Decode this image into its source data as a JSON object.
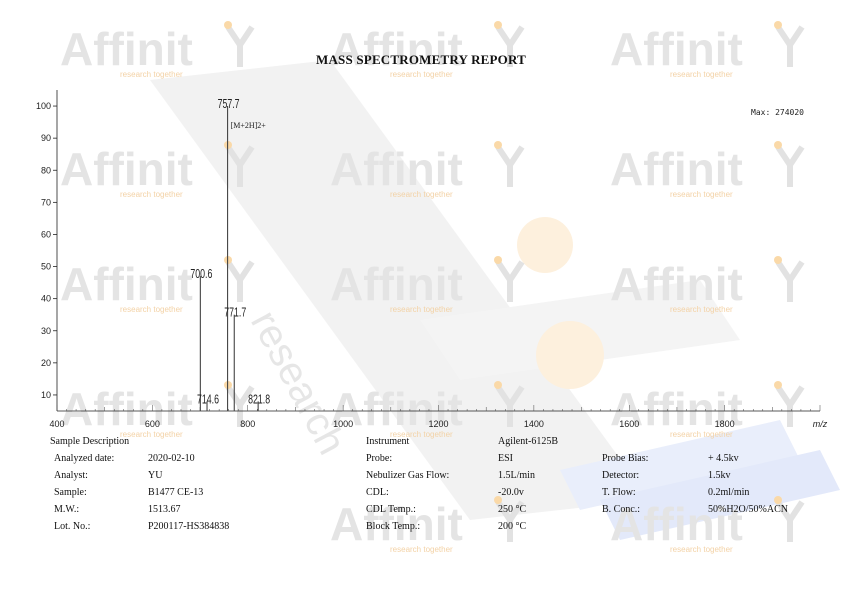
{
  "watermark": {
    "brand": "Affinit",
    "tagline": "research together",
    "diagonal": "research"
  },
  "report": {
    "title": "MASS SPECTROMETRY REPORT"
  },
  "chart_data": {
    "type": "bar",
    "title": "MASS SPECTROMETRY REPORT",
    "xlabel": "m/z",
    "ylabel": "",
    "xlim": [
      400,
      2000
    ],
    "ylim": [
      5,
      105
    ],
    "xticks": [
      400,
      600,
      800,
      1000,
      1200,
      1400,
      1600,
      1800
    ],
    "yticks": [
      10,
      20,
      30,
      40,
      50,
      60,
      70,
      80,
      90,
      100
    ],
    "max_label": "Max: 274020",
    "peaks": [
      {
        "mz": 757.7,
        "intensity": 100,
        "label": "757.7",
        "annotation": "[M+2H]2+"
      },
      {
        "mz": 700.6,
        "intensity": 47,
        "label": "700.6",
        "annotation": ""
      },
      {
        "mz": 771.7,
        "intensity": 35,
        "label": "771.7",
        "annotation": ""
      },
      {
        "mz": 714.6,
        "intensity": 8,
        "label": "714.6",
        "annotation": ""
      },
      {
        "mz": 821.8,
        "intensity": 8,
        "label": "821.8",
        "annotation": ""
      }
    ]
  },
  "info": {
    "sample_description": "Sample Description",
    "left": [
      {
        "key": "Analyzed date:",
        "value": "2020-02-10"
      },
      {
        "key": "Analyst:",
        "value": "YU"
      },
      {
        "key": "Sample:",
        "value": "B1477 CE-13"
      },
      {
        "key": "M.W.:",
        "value": "1513.67"
      },
      {
        "key": "Lot. No.:",
        "value": "P200117-HS384838"
      }
    ],
    "middle": [
      {
        "key": "Instrument",
        "value": "Agilent-6125B"
      },
      {
        "key": "Probe:",
        "value": "ESI"
      },
      {
        "key": "Nebulizer Gas Flow:",
        "value": "1.5L/min"
      },
      {
        "key": "CDL:",
        "value": "-20.0v"
      },
      {
        "key": "CDL Temp.:",
        "value": "250 °C"
      },
      {
        "key": "Block Temp.:",
        "value": "200 °C"
      }
    ],
    "right": [
      {
        "key": "Probe Bias:",
        "value": "+ 4.5kv"
      },
      {
        "key": "Detector:",
        "value": "1.5kv"
      },
      {
        "key": "T. Flow:",
        "value": "0.2ml/min"
      },
      {
        "key": "B. Conc.:",
        "value": "50%H2O/50%ACN"
      }
    ]
  }
}
